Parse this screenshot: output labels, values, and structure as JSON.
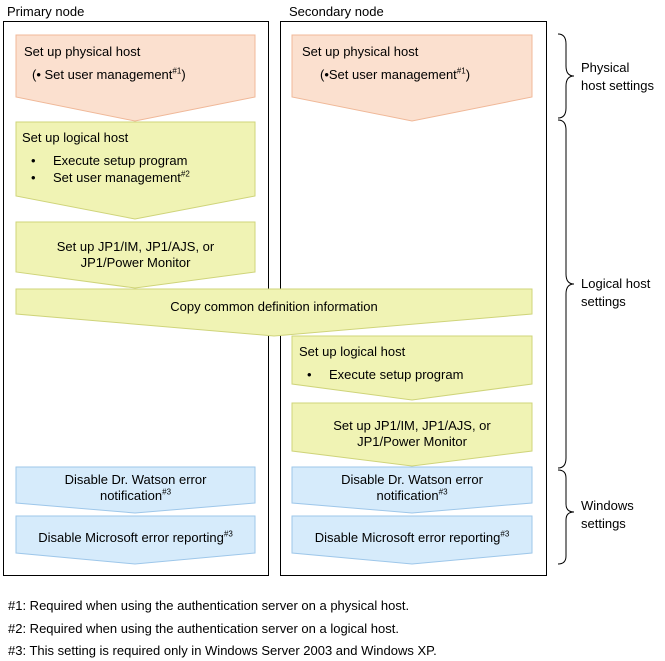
{
  "nodes": {
    "primary": "Primary node",
    "secondary": "Secondary node"
  },
  "steps": {
    "p_phys_title": "Set up physical host",
    "p_phys_item_pre": "(• Set user management",
    "p_phys_item_sup": "#1",
    "p_phys_item_post": ")",
    "s_phys_title": "Set up physical host",
    "s_phys_item_pre": "(•Set user management",
    "s_phys_item_sup": "#1",
    "s_phys_item_post": ")",
    "p_log_title": "Set up logical host",
    "p_log_item1": "Execute setup program",
    "p_log_item2": "Set user management",
    "p_log_item2_sup": "#2",
    "p_jp1_line1": "Set up JP1/IM, JP1/AJS, or",
    "p_jp1_line2": "JP1/Power Monitor",
    "copy": "Copy common definition information",
    "s_log_title": "Set up logical host",
    "s_log_item1": "Execute setup program",
    "s_jp1_line1": "Set up JP1/IM, JP1/AJS, or",
    "s_jp1_line2": "JP1/Power Monitor",
    "p_watson_line1": "Disable Dr. Watson error",
    "p_watson_line2": "notification",
    "p_watson_sup": "#3",
    "p_ms_text": "Disable Microsoft error reporting",
    "p_ms_sup": "#3",
    "s_watson_line1": "Disable Dr. Watson error",
    "s_watson_line2": "notification",
    "s_watson_sup": "#3",
    "s_ms_text": "Disable Microsoft error reporting",
    "s_ms_sup": "#3"
  },
  "groups": {
    "physical_line1": "Physical",
    "physical_line2": "host settings",
    "logical_line1": "Logical host",
    "logical_line2": "settings",
    "windows_line1": "Windows",
    "windows_line2": "settings"
  },
  "notes": [
    "#1:  Required when using the authentication server on a physical host.",
    "#2:  Required when using the authentication server on a logical host.",
    "#3:  This setting is required only in Windows Server 2003 and Windows XP."
  ],
  "colors": {
    "physical_fill": "#fbe0cf",
    "physical_stroke": "#f0b898",
    "logical_fill": "#f0f3b4",
    "logical_stroke": "#cfd47a",
    "windows_fill": "#d6ebfb",
    "windows_stroke": "#9ec7ea"
  }
}
